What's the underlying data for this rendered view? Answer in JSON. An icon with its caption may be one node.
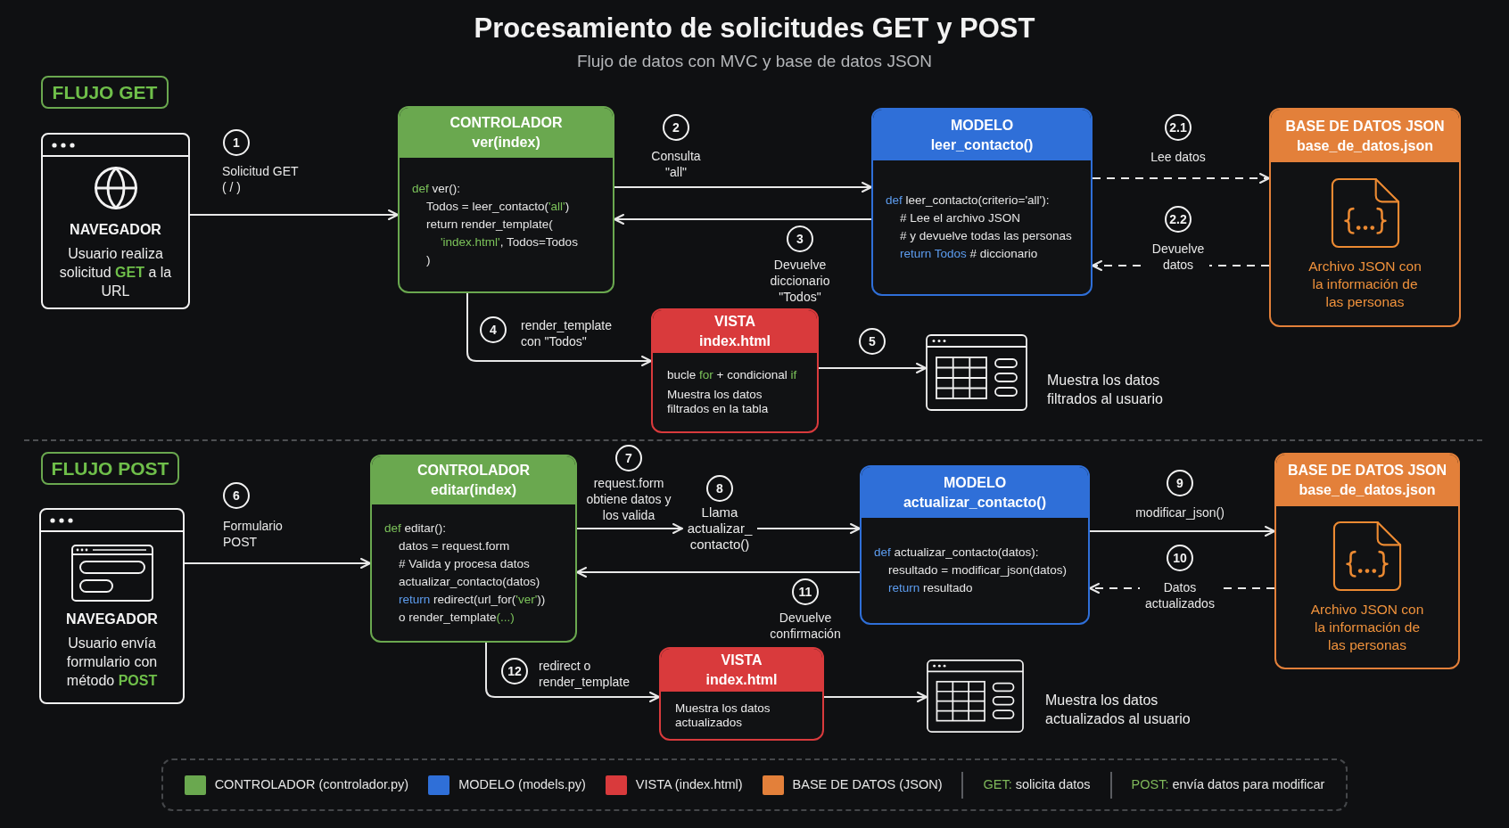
{
  "diagram": {
    "title": "Procesamiento de solicitudes GET y POST",
    "nodes": [
      {
        "text": [
          "FLUJO GET"
        ]
      },
      {
        "text": [
          "NAVEGADOR",
          "Usuario realiza solicitud **GET** a la URL"
        ]
      },
      {
        "text": [
          "CONTROLADOR",
          "ver(index)",
          "**def** ver():",
          "Todos = leer_contacto(**'all'**)",
          "return render_template(",
          "**'index.html'**, Todos=Todos",
          ")"
        ]
      },
      {
        "text": [
          "MODELO",
          "leer_contacto()",
          "*def* leer_contacto(criterio='all'):",
          "# Lee el archivo JSON",
          "# y devuelve todas las personas",
          "*return Todos* # diccionario"
        ]
      },
      {
        "text": [
          "BASE DE DATOS JSON",
          "base_de_datos.json",
          "Archivo JSON con la información de las personas"
        ]
      },
      {
        "text": [
          "VISTA",
          "index.html",
          "bucle **for** + condicional **if**",
          "Muestra los datos filtrados en la tabla"
        ]
      },
      {
        "text": [],
        "shape": "picture",
        "beside": [
          "Muestra los datos filtrados al usuario"
        ]
      },
      {
        "text": [
          "FLUJO POST"
        ]
      },
      {
        "text": [
          "NAVEGADOR",
          "Usuario envía formulario con método **POST**"
        ]
      },
      {
        "text": [
          "CONTROLADOR",
          "editar(index)",
          "**def** editar():",
          "datos = request.form",
          "# Valida y procesa datos",
          "actualizar_contacto(datos)",
          "*return* redirect(url_for(**'ver'**))",
          "o render_template**(...)**"
        ]
      },
      {
        "text": [
          "Llama actualizar_ contacto()"
        ]
      },
      {
        "text": [
          "MODELO",
          "actualizar_contacto()",
          "*def* actualizar_contacto(datos):",
          "resultado = modificar_json(datos)",
          "*return* resultado"
        ]
      },
      {
        "text": [
          "BASE DE DATOS JSON",
          "base_de_datos.json",
          "Archivo JSON con la información de las personas"
        ]
      },
      {
        "text": [
          "VISTA",
          "index.html",
          "Muestra los datos actualizados"
        ]
      },
      {
        "text": [],
        "shape": "picture",
        "beside": [
          "Muestra los datos actualizados al usuario"
        ]
      }
    ],
    "edges": [
      {
        "from": 1,
        "to": 2,
        "arrow": "to",
        "label": "Solicitud GET ( / )"
      },
      {
        "from": 2,
        "to": 3,
        "arrow": "to",
        "label": "Consulta \"all\""
      },
      {
        "from": 3,
        "to": 2,
        "arrow": "to",
        "label": "Devuelve diccionario \"Todos\""
      },
      {
        "from": 3,
        "to": 4,
        "arrow": "to",
        "label": "Lee datos",
        "style": "dashed"
      },
      {
        "from": 4,
        "to": 3,
        "arrow": "to",
        "label": "Devuelve datos",
        "style": "dashed"
      },
      {
        "from": 2,
        "to": 5,
        "arrow": "to",
        "label": "render_template con \"Todos\""
      },
      {
        "from": 5,
        "to": 6,
        "arrow": "to"
      },
      {
        "from": 8,
        "to": 9,
        "arrow": "to",
        "label": "Formulario POST"
      },
      {
        "from": 9,
        "to": 10,
        "arrow": "to",
        "label": "request.form obtiene datos y los valida"
      },
      {
        "from": 10,
        "to": 11,
        "arrow": "to"
      },
      {
        "from": 11,
        "to": 9,
        "arrow": "to",
        "label": "Devuelve confirmación"
      },
      {
        "from": 11,
        "to": 12,
        "arrow": "to",
        "label": "modificar_json()"
      },
      {
        "from": 12,
        "to": 11,
        "arrow": "to",
        "label": "Datos actualizados",
        "style": "dashed"
      },
      {
        "from": 9,
        "to": 13,
        "arrow": "to",
        "label": "redirect o render_template"
      },
      {
        "from": 13,
        "to": 14,
        "arrow": "to"
      }
    ],
    "labels": [
      "Flujo de datos con MVC y base de datos JSON",
      "1",
      "2",
      "2.1",
      "3",
      "2.2",
      "4",
      "5",
      "6",
      "7",
      "8",
      "9",
      "11",
      "10",
      "12",
      "**GET:** solicita datos",
      "**POST:** envía datos para modificar"
    ],
    "legend": [
      {
        "text": "CONTROLADOR (controlador.py)",
        "color": "#6aa84f"
      },
      {
        "text": "MODELO (models.py)",
        "color": "#2f6fd8"
      },
      {
        "text": "VISTA (index.html)",
        "color": "#d93a3c"
      },
      {
        "text": "BASE DE DATOS (JSON)",
        "color": "#e3803a"
      }
    ]
  }
}
